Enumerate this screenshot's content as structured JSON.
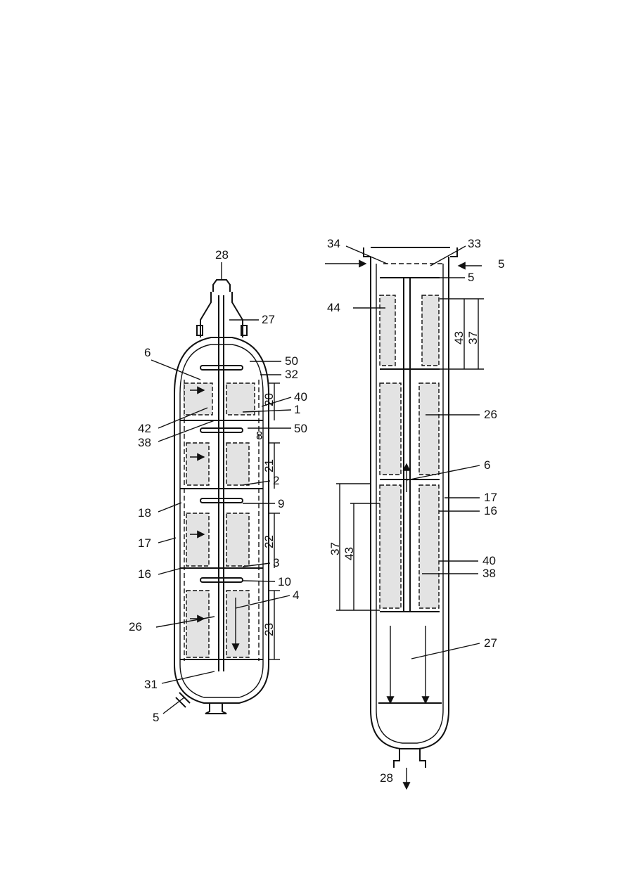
{
  "colors": {
    "ink": "#111111",
    "paper": "#ffffff",
    "bed": "#e3e3e3"
  },
  "left_reactor": {
    "labels": [
      "28",
      "27",
      "6",
      "50",
      "32",
      "20",
      "40",
      "1",
      "42",
      "38",
      "50",
      "8",
      "21",
      "2",
      "18",
      "9",
      "17",
      "22",
      "3",
      "16",
      "10",
      "4",
      "26",
      "23",
      "31",
      "5"
    ]
  },
  "right_reactor": {
    "labels": [
      "34",
      "33",
      "5",
      "5",
      "44",
      "43",
      "37",
      "26",
      "6",
      "17",
      "16",
      "37",
      "43",
      "40",
      "38",
      "27",
      "28"
    ]
  }
}
